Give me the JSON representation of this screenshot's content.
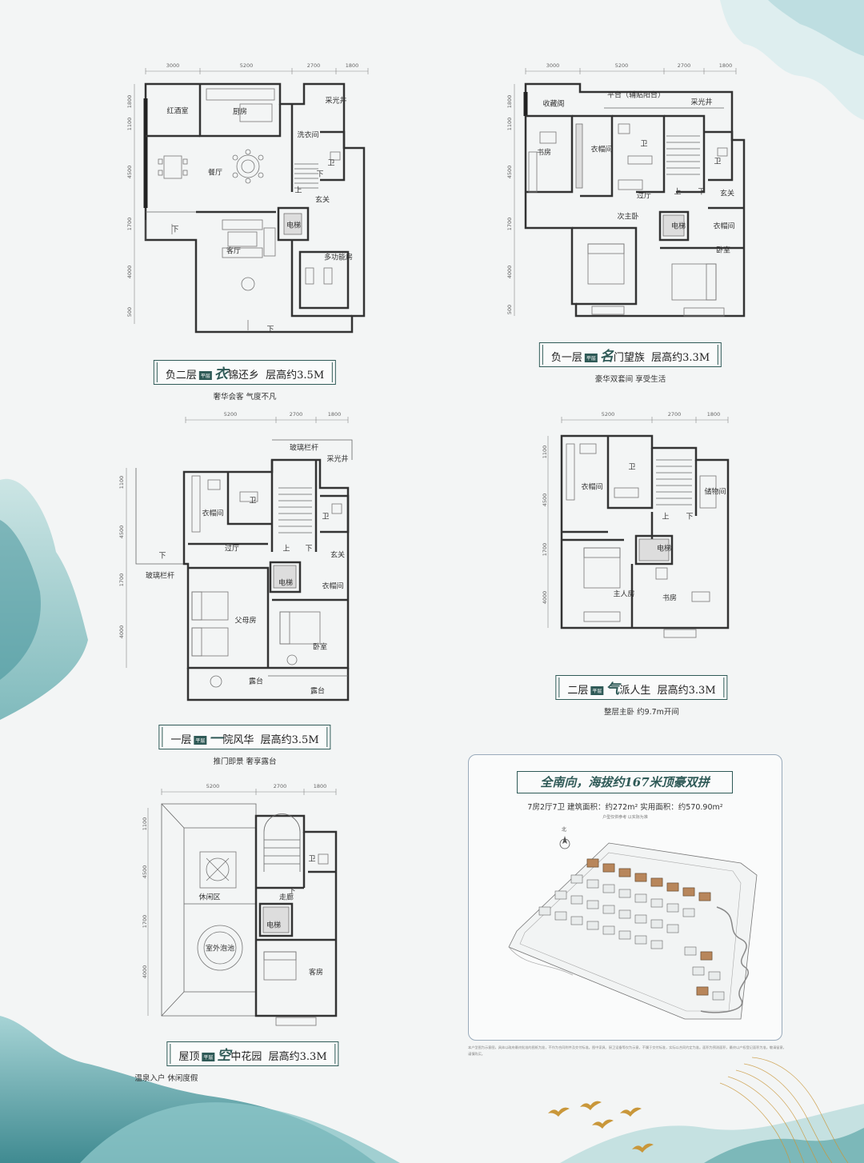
{
  "dims": {
    "d3000": "3000",
    "d5200": "5200",
    "d2700": "2700",
    "d1800": "1800",
    "d1100": "1100",
    "d4500": "4500",
    "d1700": "1700",
    "d4000": "4000",
    "d500": "500"
  },
  "stairs": {
    "up": "上",
    "down": "下"
  },
  "plans": {
    "b2": {
      "rooms": {
        "wine": "红酒室",
        "kitchen": "厨房",
        "light_well": "采光井",
        "laundry": "洗衣间",
        "dining": "餐厅",
        "bath": "卫",
        "foyer": "玄关",
        "elevator": "电梯",
        "living": "客厅",
        "multi": "多功能房"
      },
      "caption": {
        "floor": "负二层",
        "tag": "平层",
        "big": "衣",
        "rest": "锦还乡",
        "height": "层高约3.5M"
      },
      "subtitle": "奢华会客 气度不凡"
    },
    "b1": {
      "rooms": {
        "storage": "收藏阁",
        "platform": "平台（辅贴阳台）",
        "light_well": "采光井",
        "study": "书房",
        "closet": "衣帽间",
        "bath": "卫",
        "bath2": "卫",
        "hall": "过厅",
        "foyer": "玄关",
        "second_master": "次主卧",
        "elevator": "电梯",
        "closet2": "衣帽间",
        "bedroom": "卧室"
      },
      "caption": {
        "floor": "负一层",
        "tag": "平层",
        "big": "名",
        "rest": "门望族",
        "height": "层高约3.3M"
      },
      "subtitle": "豪华双套间 享受生活"
    },
    "f1": {
      "rooms": {
        "glass_rail": "玻璃栏杆",
        "light_well": "采光井",
        "closet": "衣帽间",
        "bath": "卫",
        "bath2": "卫",
        "hall": "过厅",
        "foyer": "玄关",
        "glass_rail2": "玻璃栏杆",
        "elevator": "电梯",
        "closet2": "衣帽间",
        "parents": "父母房",
        "bedroom": "卧室",
        "terrace": "露台",
        "terrace2": "露台"
      },
      "caption": {
        "floor": "一层",
        "tag": "平层",
        "big": "一",
        "rest": "院风华",
        "height": "层高约3.5M"
      },
      "subtitle": "推门即景 奢享露台"
    },
    "f2": {
      "rooms": {
        "closet": "衣帽间",
        "bath": "卫",
        "storage": "储物间",
        "elevator": "电梯",
        "master": "主人房",
        "study": "书房"
      },
      "caption": {
        "floor": "二层",
        "tag": "平层",
        "big": "气",
        "rest": "派人生",
        "height": "层高约3.3M"
      },
      "subtitle": "整层主卧 约9.7m开间"
    },
    "roof": {
      "rooms": {
        "bath": "卫",
        "leisure": "休闲区",
        "corridor": "走廊",
        "elevator": "电梯",
        "pool": "室外泡池",
        "guest": "客房"
      },
      "caption": {
        "floor": "屋顶",
        "tag": "平层",
        "big": "空",
        "rest": "中花园",
        "height": "层高约3.3M"
      },
      "subtitle": "温泉入户 休闲度假"
    }
  },
  "info": {
    "title": "全南向，海拔约167米顶豪双拼",
    "spec": "7房2厅7卫  建筑面积：约272m²   实用面积：约570.90m²",
    "note": "户型仅供参考 以实际为准",
    "north": "北"
  },
  "disclaimer": "本户型图为示意图，具体以政府最终批准的图纸为准，不作为合同附件及交付标准。图中家具、厨卫设备等仅为示意，不属于交付标准，实际以合同约定为准。面积为预测面积，最终以产权登记面积为准。敬请留意，谨慎购买。",
  "colors": {
    "accent": "#2f5a57",
    "mountain": "#3d8f93",
    "gold": "#c9973a"
  }
}
